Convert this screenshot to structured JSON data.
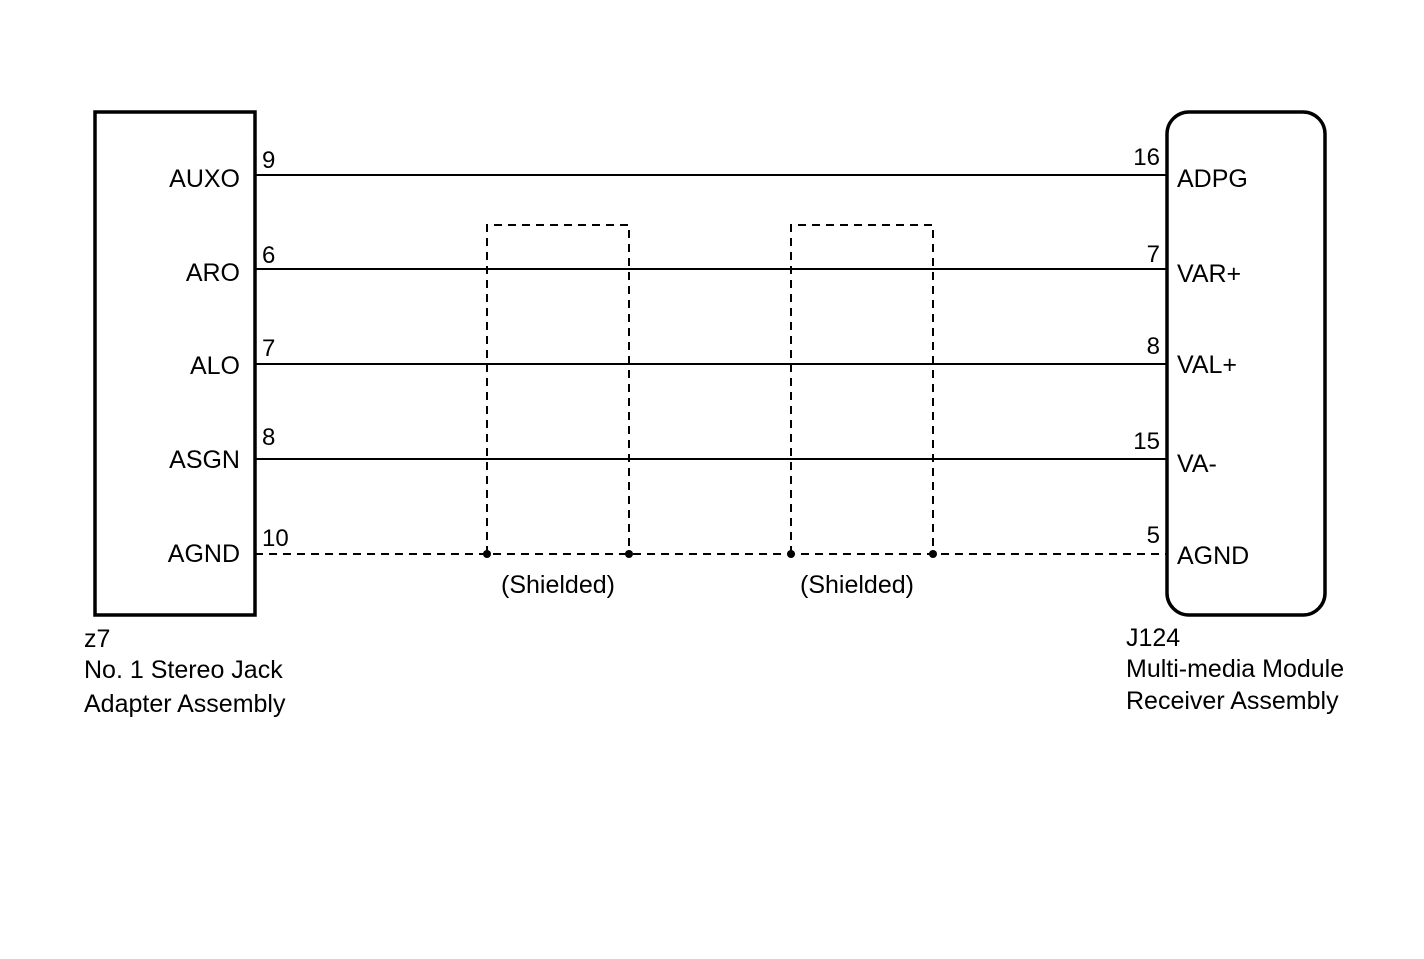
{
  "left_component": {
    "id": "z7",
    "name_line1": "No. 1 Stereo Jack",
    "name_line2": "Adapter Assembly"
  },
  "right_component": {
    "id": "J124",
    "name_line1": "Multi-media Module",
    "name_line2": "Receiver Assembly"
  },
  "wires": [
    {
      "left_signal": "AUXO",
      "left_pin": "9",
      "right_pin": "16",
      "right_signal": "ADPG",
      "dashed": false
    },
    {
      "left_signal": "ARO",
      "left_pin": "6",
      "right_pin": "7",
      "right_signal": "VAR+",
      "dashed": false
    },
    {
      "left_signal": "ALO",
      "left_pin": "7",
      "right_pin": "8",
      "right_signal": "VAL+",
      "dashed": false
    },
    {
      "left_signal": "ASGN",
      "left_pin": "8",
      "right_pin": "15",
      "right_signal": "VA-",
      "dashed": false
    },
    {
      "left_signal": "AGND",
      "left_pin": "10",
      "right_pin": "5",
      "right_signal": "AGND",
      "dashed": true
    }
  ],
  "shields": [
    {
      "label": "(Shielded)"
    },
    {
      "label": "(Shielded)"
    }
  ]
}
